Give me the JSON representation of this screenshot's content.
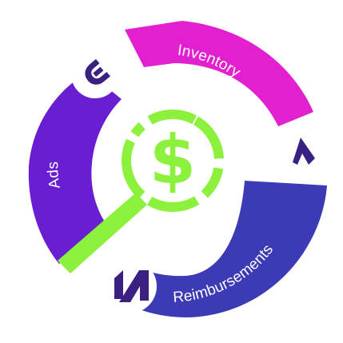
{
  "diagram": {
    "segments": [
      {
        "id": "inventory",
        "label": "Inventory",
        "color": "#e320d0",
        "icon": "arrow-up-icon"
      },
      {
        "id": "reimbursements",
        "label": "Reimbursements",
        "color": "#3c3ab4",
        "icon": "chevron-up-icon"
      },
      {
        "id": "ads",
        "label": "Ads",
        "color": "#6a1ed2",
        "icon": "e-logo-icon"
      }
    ],
    "center": {
      "symbol": "$",
      "color": "#8cf13c",
      "icon": "magnifier-dollar-icon"
    },
    "badge_bg": "#ffffff",
    "badge_icon_color": "#3a2080"
  }
}
